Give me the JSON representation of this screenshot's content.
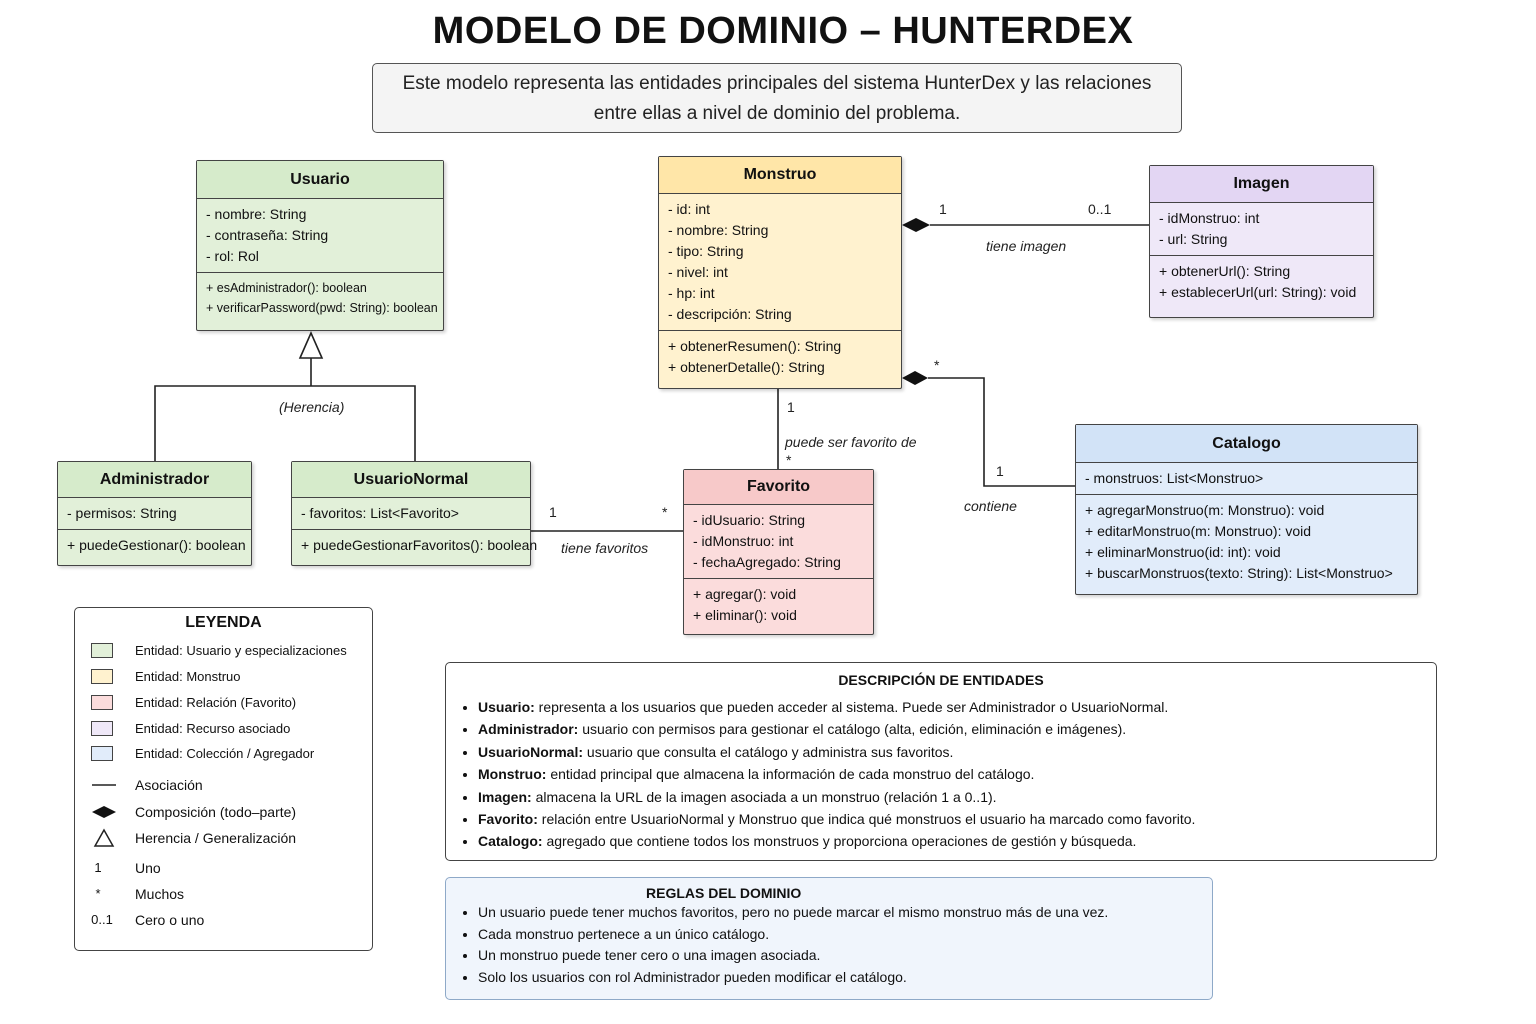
{
  "title": "MODELO DE DOMINIO – HUNTERDEX",
  "subtitle_line1": "Este modelo representa las entidades principales del sistema HunterDex y las relaciones",
  "subtitle_line2": "entre ellas a nivel de dominio del problema.",
  "colors": {
    "usuario_group": "#e2f0d9",
    "monstruo": "#fff2cf",
    "favorito": "#fbdcdc",
    "imagen": "#efe8f8",
    "catalogo": "#e1ecfa"
  },
  "classes": {
    "usuario": {
      "name": "Usuario",
      "attributes": [
        "- nombre: String",
        "- contraseña: String",
        "- rol: Rol"
      ],
      "methods": [
        "+ esAdministrador(): boolean",
        "+ verificarPassword(pwd: String): boolean"
      ]
    },
    "administrador": {
      "name": "Administrador",
      "attributes": [
        "- permisos: String"
      ],
      "methods": [
        "+ puedeGestionar(): boolean"
      ]
    },
    "usuario_normal": {
      "name": "UsuarioNormal",
      "attributes": [
        "- favoritos: List<Favorito>"
      ],
      "methods": [
        "+ puedeGestionarFavoritos(): boolean"
      ]
    },
    "monstruo": {
      "name": "Monstruo",
      "attributes": [
        "- id: int",
        "- nombre: String",
        "- tipo: String",
        "- nivel: int",
        "- hp: int",
        "- descripción: String"
      ],
      "methods": [
        "+ obtenerResumen(): String",
        "+ obtenerDetalle(): String"
      ]
    },
    "imagen": {
      "name": "Imagen",
      "attributes": [
        "- idMonstruo: int",
        "- url: String"
      ],
      "methods": [
        "+ obtenerUrl(): String",
        "+ establecerUrl(url: String): void"
      ]
    },
    "favorito": {
      "name": "Favorito",
      "attributes": [
        "- idUsuario: String",
        "- idMonstruo: int",
        "- fechaAgregado: String"
      ],
      "methods": [
        "+ agregar(): void",
        "+ eliminar(): void"
      ]
    },
    "catalogo": {
      "name": "Catalogo",
      "attributes": [
        "- monstruos: List<Monstruo>"
      ],
      "methods": [
        "+ agregarMonstruo(m: Monstruo): void",
        "+ editarMonstruo(m: Monstruo): void",
        "+ eliminarMonstruo(id: int): void",
        "+ buscarMonstruos(texto: String): List<Monstruo>"
      ]
    }
  },
  "relations": {
    "herencia": "(Herencia)",
    "tiene_imagen": {
      "label": "tiene imagen",
      "mult_source": "1",
      "mult_target": "0..1"
    },
    "favorito_de": {
      "label": "puede ser favorito de",
      "mult_source": "1",
      "mult_target": "*"
    },
    "contiene": {
      "label": "contiene",
      "mult_source": "*",
      "mult_target": "1"
    },
    "tiene_favoritos": {
      "label": "tiene favoritos",
      "mult_source": "1",
      "mult_target": "*"
    }
  },
  "legend": {
    "title": "LEYENDA",
    "entities": [
      {
        "label": "Entidad: Usuario y especializaciones",
        "color": "#e2f0d9"
      },
      {
        "label": "Entidad: Monstruo",
        "color": "#fff2cf"
      },
      {
        "label": "Entidad: Relación (Favorito)",
        "color": "#fbdcdc"
      },
      {
        "label": "Entidad: Recurso asociado",
        "color": "#efe8f8"
      },
      {
        "label": "Entidad: Colección / Agregador",
        "color": "#e1ecfa"
      }
    ],
    "symbols": [
      {
        "label": "Asociación"
      },
      {
        "label": "Composición (todo–parte)"
      },
      {
        "label": "Herencia / Generalización"
      }
    ],
    "multiplicities": [
      {
        "symbol": "1",
        "label": "Uno"
      },
      {
        "symbol": "*",
        "label": "Muchos"
      },
      {
        "symbol": "0..1",
        "label": "Cero o uno"
      }
    ]
  },
  "descripcion": {
    "title": "DESCRIPCIÓN DE ENTIDADES",
    "items": [
      {
        "term": "Usuario:",
        "text": " representa a los usuarios que pueden acceder al sistema. Puede ser Administrador o UsuarioNormal."
      },
      {
        "term": "Administrador:",
        "text": " usuario con permisos para gestionar el catálogo (alta, edición, eliminación e imágenes)."
      },
      {
        "term": "UsuarioNormal:",
        "text": " usuario que consulta el catálogo y administra sus favoritos."
      },
      {
        "term": "Monstruo:",
        "text": " entidad principal que almacena la información de cada monstruo del catálogo."
      },
      {
        "term": "Imagen:",
        "text": " almacena la URL de la imagen asociada a un monstruo (relación 1 a 0..1)."
      },
      {
        "term": "Favorito:",
        "text": " relación entre UsuarioNormal y Monstruo que indica qué monstruos el usuario ha marcado como favorito."
      },
      {
        "term": "Catalogo:",
        "text": " agregado que contiene todos los monstruos y proporciona operaciones de gestión y búsqueda."
      }
    ]
  },
  "reglas": {
    "title": "REGLAS DEL DOMINIO",
    "items": [
      "Un usuario puede tener muchos favoritos, pero no puede marcar el mismo monstruo más de una vez.",
      "Cada monstruo pertenece a un único catálogo.",
      "Un monstruo puede tener cero o una imagen asociada.",
      "Solo los usuarios con rol Administrador pueden modificar el catálogo."
    ]
  }
}
